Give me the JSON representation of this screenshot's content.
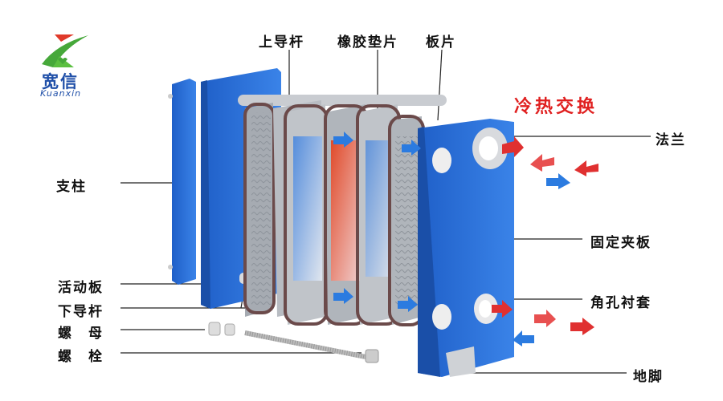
{
  "logo": {
    "name_cn": "宽信",
    "name_en": "Kuanxin"
  },
  "title": {
    "text": "冷热交换",
    "color": "#e02020"
  },
  "labels": {
    "upper_guide_rod": "上导杆",
    "rubber_gasket": "橡胶垫片",
    "plate": "板片",
    "flange": "法兰",
    "column": "支柱",
    "fixed_clamp_plate": "固定夹板",
    "movable_plate": "活动板",
    "lower_guide_rod": "下导杆",
    "corner_bushing": "角孔衬套",
    "nut": "螺　母",
    "bolt": "螺　栓",
    "foot": "地脚"
  },
  "colors": {
    "frame_blue": "#2b6fd6",
    "hot": "#e03030",
    "cold": "#2b7be0",
    "plate_gray": "#b8bcc2",
    "gasket": "#6b4a4a"
  }
}
